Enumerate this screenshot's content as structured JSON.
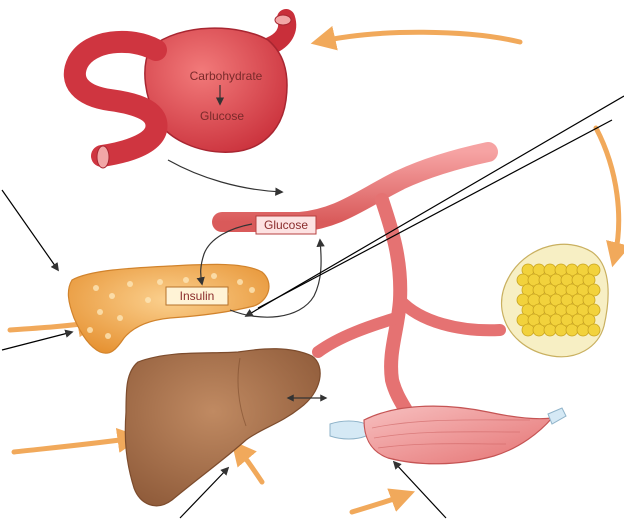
{
  "stomach": {
    "top_label": "Carbohydrate",
    "bottom_label": "Glucose"
  },
  "blood_vessel": {
    "label": "Glucose"
  },
  "pancreas": {
    "label": "Insulin"
  },
  "colors": {
    "stomach": "#d9404a",
    "vessel": "#ec7c7c",
    "pancreas": "#f2a84e",
    "liver": "#a86f4a",
    "fat": "#f2d23c",
    "muscle": "#f2a4a4",
    "flow_arrow": "#f0a04a",
    "pointer_line": "#000000"
  }
}
